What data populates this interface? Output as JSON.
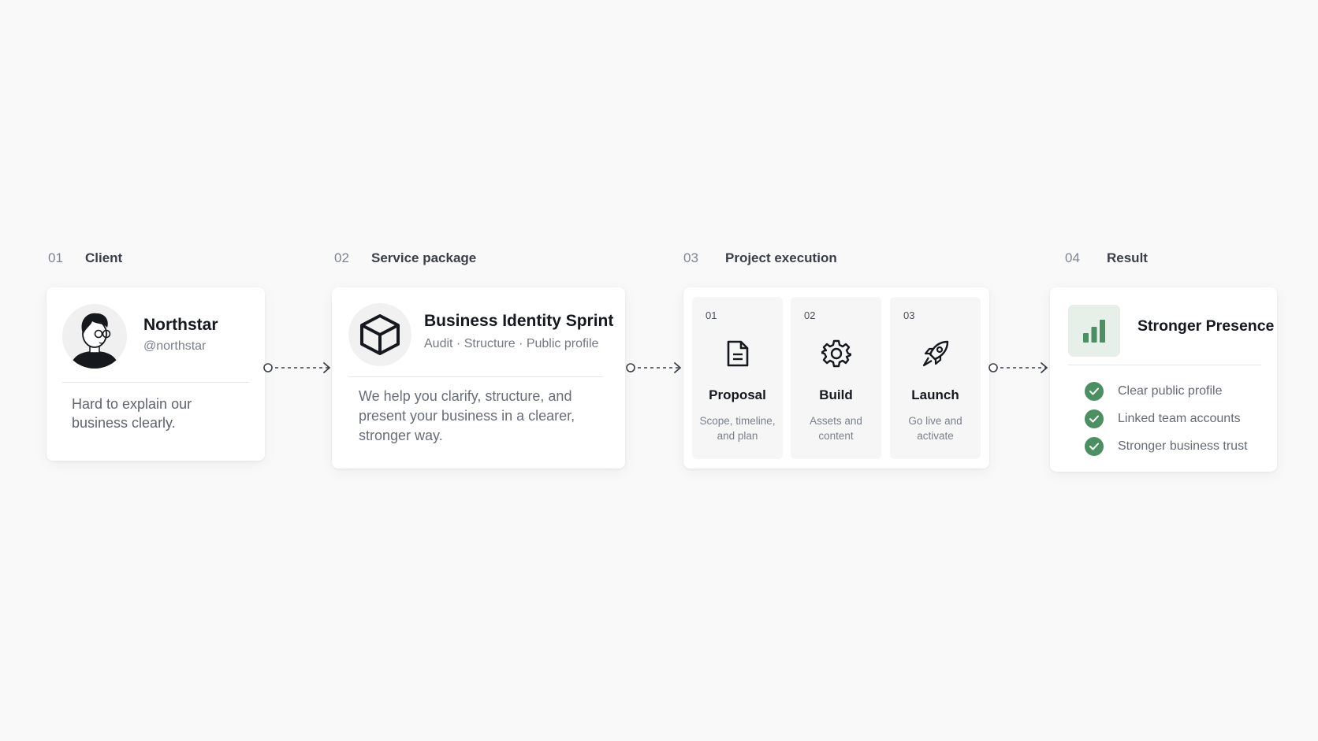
{
  "colors": {
    "background": "#f9f9f9",
    "card": "#ffffff",
    "accent_green": "#4c8f63",
    "accent_green_bg": "#e7efe9",
    "text_dark": "#15181d",
    "text_muted": "#7a808a"
  },
  "steps": [
    {
      "number": "01",
      "title": "Client"
    },
    {
      "number": "02",
      "title": "Service package"
    },
    {
      "number": "03",
      "title": "Project execution"
    },
    {
      "number": "04",
      "title": "Result"
    }
  ],
  "client": {
    "avatar_icon": "person-with-glasses-illustration",
    "name": "Northstar",
    "handle": "@northstar",
    "description": "Hard to explain our business clearly."
  },
  "service": {
    "icon": "cube-icon",
    "title": "Business Identity Sprint",
    "subtitle": "Audit · Structure · Public profile",
    "description": "We help you clarify, structure, and present your business in a clearer, stronger way."
  },
  "execution": {
    "phases": [
      {
        "number": "01",
        "icon": "document-icon",
        "title": "Proposal",
        "description": "Scope, timeline, and plan"
      },
      {
        "number": "02",
        "icon": "gear-icon",
        "title": "Build",
        "description": "Assets and content"
      },
      {
        "number": "03",
        "icon": "rocket-icon",
        "title": "Launch",
        "description": "Go live and activate"
      }
    ]
  },
  "result": {
    "icon": "bar-chart-icon",
    "title": "Stronger Presence",
    "items": [
      "Clear public profile",
      "Linked team accounts",
      "Stronger business trust"
    ]
  }
}
